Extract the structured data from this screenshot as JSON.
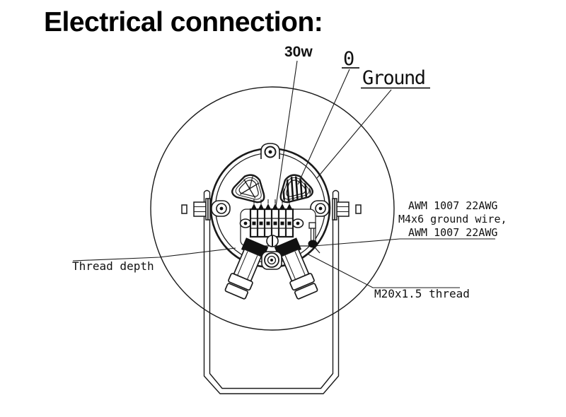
{
  "title": "Electrical connection:",
  "diagram": {
    "labels": {
      "power": "30w",
      "neutral": "0",
      "ground": "Ground",
      "wire_spec_line1": "AWM 1007 22AWG",
      "wire_spec_line2": "M4x6 ground wire,",
      "wire_spec_line3": "AWM 1007 22AWG",
      "thread_depth": "Thread depth",
      "gland_thread": "M20x1.5 thread"
    },
    "colors": {
      "line": "#1a1a1a",
      "fill_dark": "#111111",
      "background": "#ffffff"
    }
  }
}
